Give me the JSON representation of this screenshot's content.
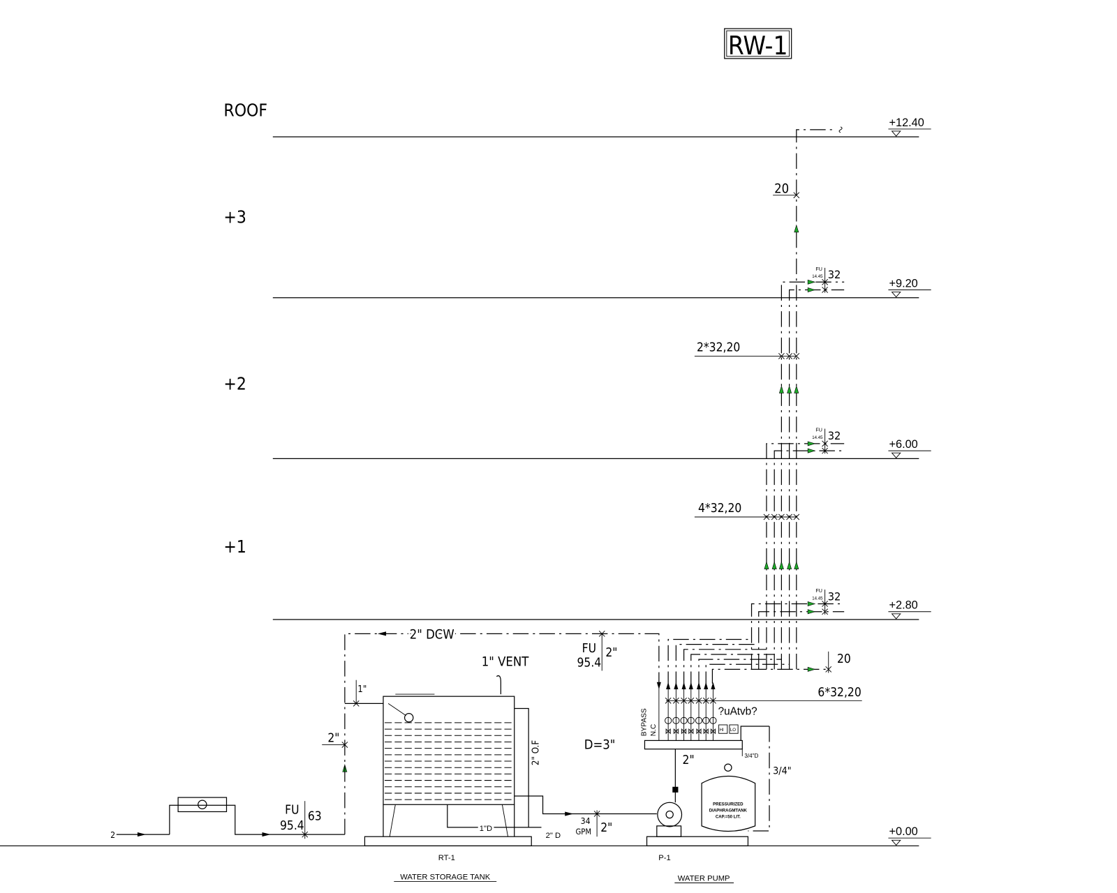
{
  "title": "RW-1",
  "levels": [
    {
      "label": "ROOF",
      "elevation": "+12.40"
    },
    {
      "label": "+3",
      "elevation": "+9.20"
    },
    {
      "label": "+2",
      "elevation": "+6.00"
    },
    {
      "label": "+1",
      "elevation": "+2.80"
    },
    {
      "label": "",
      "elevation": "+0.00"
    }
  ],
  "risers": {
    "roof_branch": "20",
    "fu_label": "FU",
    "fu_value": "14.45",
    "branch_size": "32",
    "stack_3": "2*32,20",
    "stack_2": "4*32,20",
    "manifold_label": "6*32,20",
    "ground_branch": "20"
  },
  "main_line": {
    "label": "2\" DCW",
    "fu_label": "FU",
    "fu_value": "95.4",
    "size": "2\""
  },
  "supply": {
    "inlet_size": "2",
    "fu_label": "FU",
    "fu_value": "95.4",
    "size": "63",
    "riser_size": "2\"",
    "fill_size": "1\""
  },
  "tank": {
    "vent": "1\" VENT",
    "overflow": "2\" O.F",
    "drain": "1\"D",
    "drain_2": "2\" D",
    "tag": "RT-1",
    "name": "WATER STORAGE TANK"
  },
  "pump": {
    "header_size": "D=3\"",
    "flow": "34",
    "flow_unit": "GPM",
    "suction_size": "2\"",
    "discharge_size": "2\"",
    "bypass": "BYPASS",
    "bypass_state": "N.C",
    "mirrored_note": "?uAtvb?",
    "hi": "HI",
    "lo": "LO",
    "drain": "3/4\"D",
    "return_size": "3/4\"",
    "pressure_tank": [
      "PRESSURIZED",
      "DIAPHRAGMTANK",
      "CAP.=50 LIT."
    ],
    "tag": "P-1",
    "name": "WATER PUMP"
  }
}
